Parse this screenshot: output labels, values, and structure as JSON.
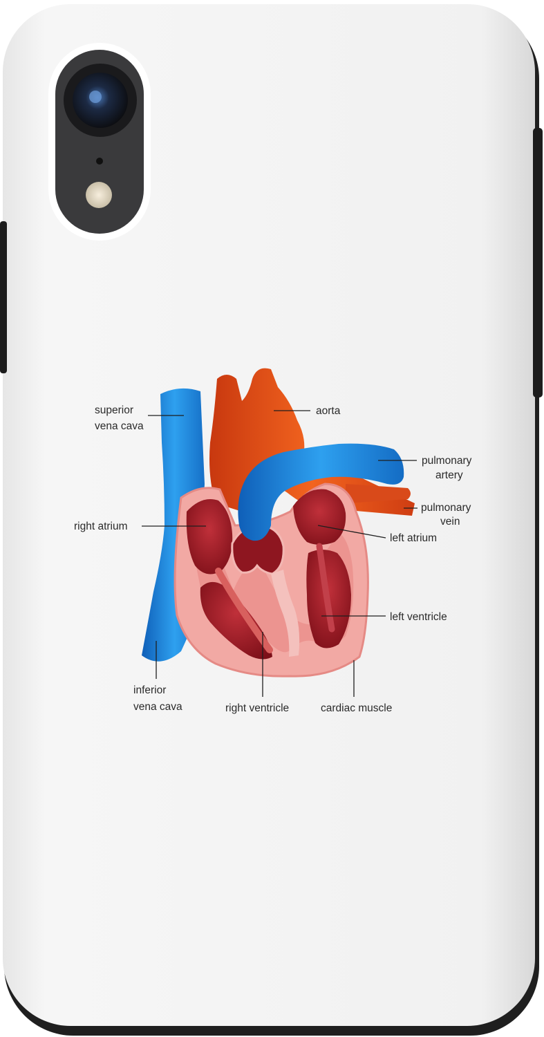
{
  "labels": {
    "superior_vena_cava": [
      "superior",
      "vena cava"
    ],
    "aorta": "aorta",
    "pulmonary_artery": [
      "pulmonary",
      "artery"
    ],
    "pulmonary_vein": [
      "pulmonary",
      "vein"
    ],
    "right_atrium": "right atrium",
    "left_atrium": "left atrium",
    "left_ventricle": "left ventricle",
    "inferior_vena_cava": [
      "inferior",
      "vena cava"
    ],
    "right_ventricle": "right ventricle",
    "cardiac_muscle": "cardiac muscle"
  },
  "colors": {
    "case_body": "#f2f2f2",
    "case_frame": "#2b2b2b",
    "camera_bump": "#3a3a3c",
    "vein_blue": "#1f86d8",
    "artery_orange": "#e8501f",
    "chamber_red": "#a31c23",
    "muscle_pink": "#f2a9a4",
    "label_text": "#2a2a2a"
  }
}
